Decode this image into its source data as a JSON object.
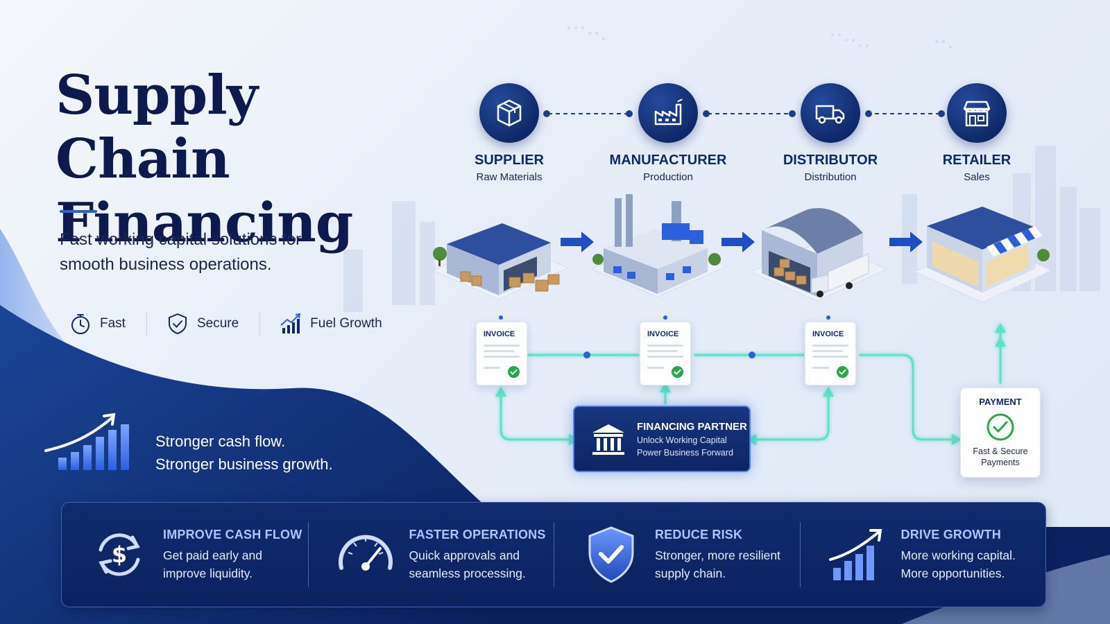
{
  "hero": {
    "title_line1": "Supply Chain",
    "title_line2": "Financing",
    "subtitle": "Fast working capital solutions for smooth business operations.",
    "features": [
      {
        "label": "Fast",
        "icon": "stopwatch-icon"
      },
      {
        "label": "Secure",
        "icon": "shield-check-icon"
      },
      {
        "label": "Fuel Growth",
        "icon": "growth-chart-icon"
      }
    ],
    "message_line1": "Stronger cash flow.",
    "message_line2": "Stronger business growth."
  },
  "flow": {
    "nodes": [
      {
        "title": "SUPPLIER",
        "subtitle": "Raw Materials",
        "icon": "box-icon"
      },
      {
        "title": "MANUFACTURER",
        "subtitle": "Production",
        "icon": "factory-icon"
      },
      {
        "title": "DISTRIBUTOR",
        "subtitle": "Distribution",
        "icon": "truck-icon"
      },
      {
        "title": "RETAILER",
        "subtitle": "Sales",
        "icon": "store-icon"
      }
    ],
    "invoice_label": "INVOICE",
    "partner": {
      "title": "FINANCING PARTNER",
      "line1": "Unlock Working Capital",
      "line2": "Power Business Forward"
    },
    "payment": {
      "title": "PAYMENT",
      "line1": "Fast & Secure",
      "line2": "Payments"
    }
  },
  "benefits": [
    {
      "title": "IMPROVE CASH FLOW",
      "line1": "Get paid early and",
      "line2": "improve liquidity.",
      "icon": "dollar-cycle-icon"
    },
    {
      "title": "FASTER OPERATIONS",
      "line1": "Quick approvals and",
      "line2": "seamless processing.",
      "icon": "speedometer-icon"
    },
    {
      "title": "REDUCE RISK",
      "line1": "Stronger, more resilient",
      "line2": "supply chain.",
      "icon": "shield-check-icon"
    },
    {
      "title": "DRIVE GROWTH",
      "line1": "More working capital.",
      "line2": "More opportunities.",
      "icon": "bar-chart-arrow-icon"
    }
  ],
  "colors": {
    "navy": "#0f2a6a",
    "accent": "#2a5fe0",
    "glow": "#5fe0c8",
    "success": "#27a84a"
  }
}
